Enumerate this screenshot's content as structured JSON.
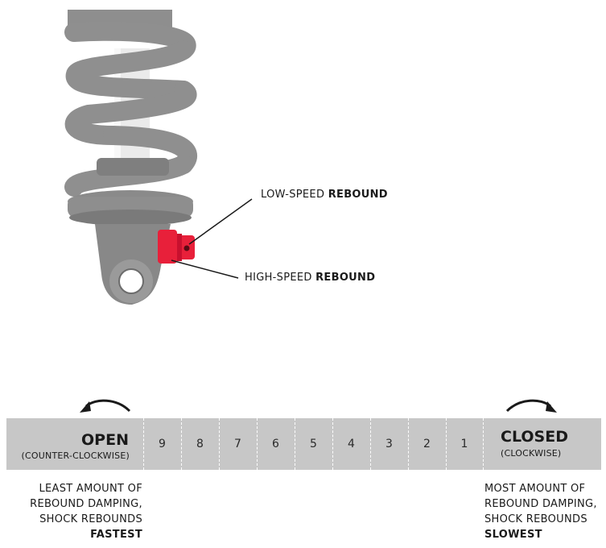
{
  "callouts": {
    "low_speed_prefix": "LOW-SPEED ",
    "low_speed_emph": "REBOUND",
    "high_speed_prefix": "HIGH-SPEED ",
    "high_speed_emph": "REBOUND"
  },
  "scale": {
    "open_title": "OPEN",
    "open_sub": "(COUNTER-CLOCKWISE)",
    "closed_title": "CLOSED",
    "closed_sub": "(CLOCKWISE)",
    "clicks": [
      "9",
      "8",
      "7",
      "6",
      "5",
      "4",
      "3",
      "2",
      "1"
    ]
  },
  "notes": {
    "left": [
      "LEAST AMOUNT OF",
      "REBOUND DAMPING,",
      "SHOCK REBOUNDS",
      "FASTEST"
    ],
    "right": [
      "MOST AMOUNT OF",
      "REBOUND DAMPING,",
      "SHOCK REBOUNDS",
      "SLOWEST"
    ]
  },
  "colors": {
    "adjuster_knob": "#e8203a",
    "shock_body": "#8c8c8c",
    "scale_bar": "#c7c7c7"
  },
  "icons": {
    "open_arrow": "counter-clockwise-arrow-icon",
    "closed_arrow": "clockwise-arrow-icon"
  }
}
